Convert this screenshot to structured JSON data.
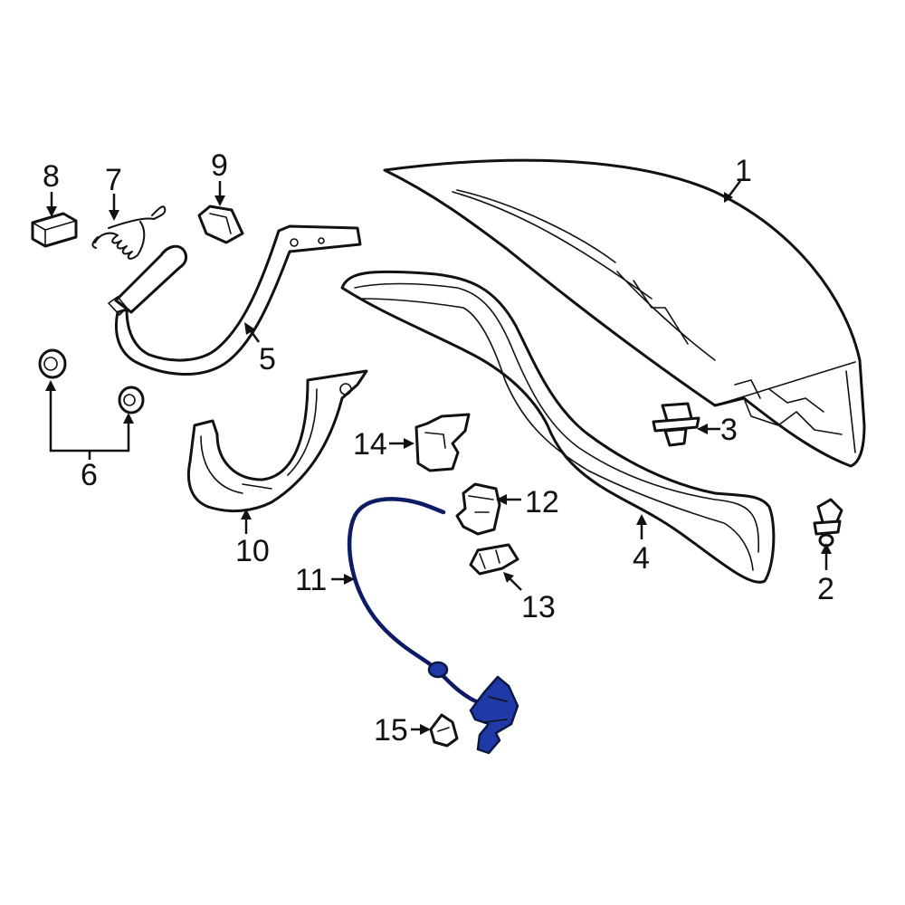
{
  "colors": {
    "line": "#111111",
    "background": "#ffffff",
    "highlight": "#1f3aa8",
    "highlight_dark": "#0d1a66"
  },
  "highlighted_part": "11",
  "callouts": [
    {
      "id": "c1",
      "label": "1"
    },
    {
      "id": "c2",
      "label": "2"
    },
    {
      "id": "c3",
      "label": "3"
    },
    {
      "id": "c4",
      "label": "4"
    },
    {
      "id": "c5",
      "label": "5"
    },
    {
      "id": "c6",
      "label": "6"
    },
    {
      "id": "c7",
      "label": "7"
    },
    {
      "id": "c8",
      "label": "8"
    },
    {
      "id": "c9",
      "label": "9"
    },
    {
      "id": "c10",
      "label": "10"
    },
    {
      "id": "c11",
      "label": "11"
    },
    {
      "id": "c12",
      "label": "12"
    },
    {
      "id": "c13",
      "label": "13"
    },
    {
      "id": "c14",
      "label": "14"
    },
    {
      "id": "c15",
      "label": "15"
    }
  ]
}
